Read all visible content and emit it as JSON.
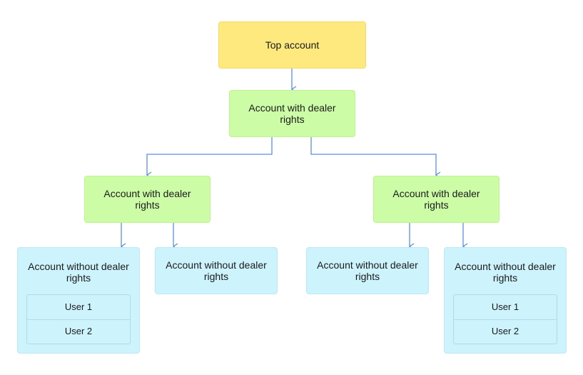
{
  "nodes": {
    "top": {
      "label": "Top account"
    },
    "dealer_root": {
      "label": "Account with dealer rights"
    },
    "dealer_left": {
      "label": "Account with dealer rights"
    },
    "dealer_right": {
      "label": "Account with dealer rights"
    },
    "nodealer_1": {
      "label": "Account without dealer rights",
      "users": [
        "User 1",
        "User 2"
      ]
    },
    "nodealer_2": {
      "label": "Account without dealer rights"
    },
    "nodealer_3": {
      "label": "Account without dealer rights"
    },
    "nodealer_4": {
      "label": "Account without dealer rights",
      "users": [
        "User 1",
        "User 2"
      ]
    }
  },
  "colors": {
    "top": "#fde97e",
    "dealer": "#ccfda6",
    "no_dealer": "#cdf3fd",
    "connector": "#5b8fe0"
  }
}
